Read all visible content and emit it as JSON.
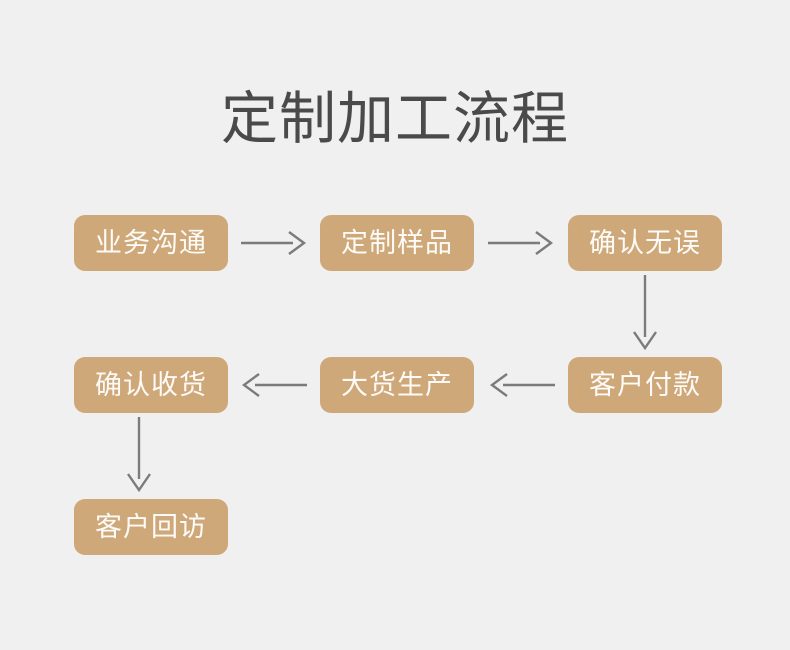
{
  "page": {
    "title": "定制加工流程",
    "background_color": "#f0f0f0",
    "title_color": "#4a4a4a",
    "node_color": "#cfa87a",
    "node_text_color": "#fdfbf7",
    "arrow_color": "#7b7b7b"
  },
  "flow": {
    "nodes": [
      {
        "id": "n1",
        "label": "业务沟通",
        "row": 1,
        "col": 1
      },
      {
        "id": "n2",
        "label": "定制样品",
        "row": 1,
        "col": 2
      },
      {
        "id": "n3",
        "label": "确认无误",
        "row": 1,
        "col": 3
      },
      {
        "id": "n4",
        "label": "客户付款",
        "row": 2,
        "col": 3
      },
      {
        "id": "n5",
        "label": "大货生产",
        "row": 2,
        "col": 2
      },
      {
        "id": "n6",
        "label": "确认收货",
        "row": 2,
        "col": 1
      },
      {
        "id": "n7",
        "label": "客户回访",
        "row": 3,
        "col": 1
      }
    ],
    "connectors": [
      {
        "id": "a1",
        "from": "n1",
        "to": "n2",
        "direction": "right",
        "icon": "arrow-right-icon"
      },
      {
        "id": "a2",
        "from": "n2",
        "to": "n3",
        "direction": "right",
        "icon": "arrow-right-icon"
      },
      {
        "id": "a3",
        "from": "n3",
        "to": "n4",
        "direction": "down",
        "icon": "arrow-down-icon"
      },
      {
        "id": "a4",
        "from": "n4",
        "to": "n5",
        "direction": "left",
        "icon": "arrow-left-icon"
      },
      {
        "id": "a5",
        "from": "n5",
        "to": "n6",
        "direction": "left",
        "icon": "arrow-left-icon"
      },
      {
        "id": "a6",
        "from": "n6",
        "to": "n7",
        "direction": "down",
        "icon": "arrow-down-icon"
      }
    ]
  }
}
